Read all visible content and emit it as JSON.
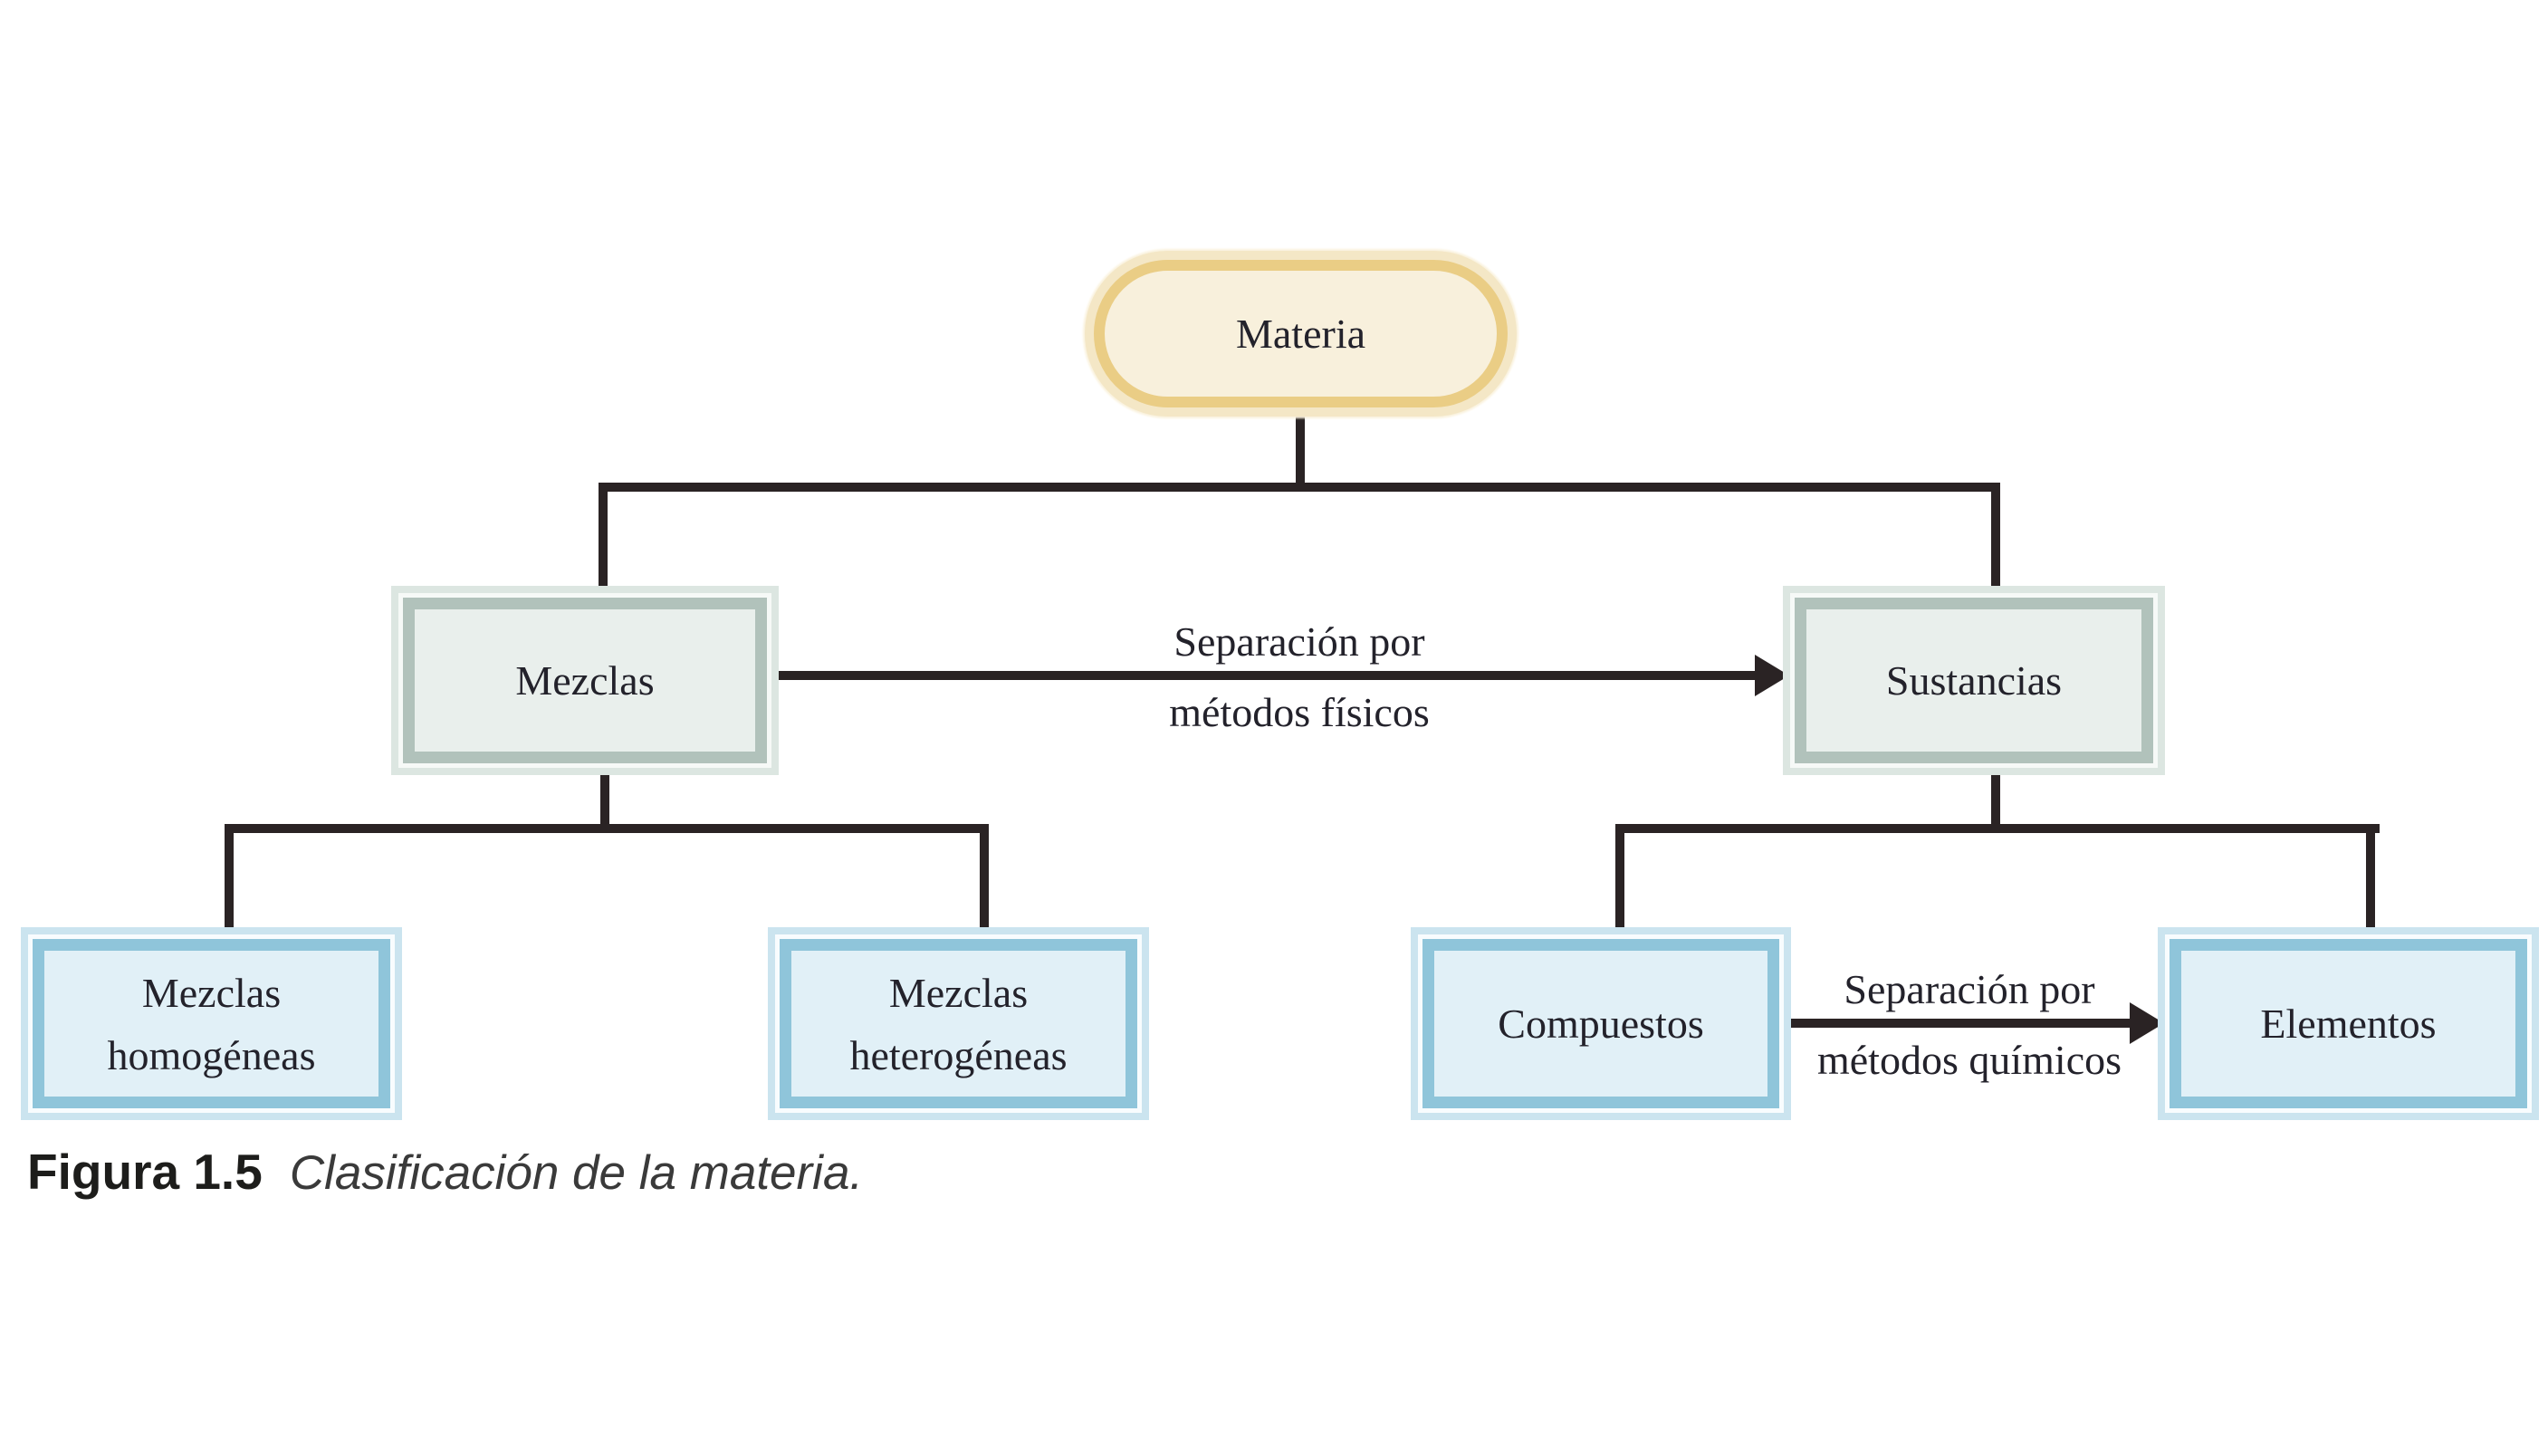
{
  "figure": {
    "caption_label": "Figura 1.5",
    "caption_text": "Clasificación de la materia."
  },
  "nodes": {
    "materia": {
      "label": "Materia"
    },
    "mezclas": {
      "label": "Mezclas"
    },
    "sustancias": {
      "label": "Sustancias"
    },
    "mezclas_homogeneas": {
      "label": "Mezclas homogéneas"
    },
    "mezclas_heterogeneas": {
      "label": "Mezclas heterogéneas"
    },
    "compuestos": {
      "label": "Compuestos"
    },
    "elementos": {
      "label": "Elementos"
    }
  },
  "edges": {
    "fisica": {
      "line1": "Separación por",
      "line2": "métodos físicos"
    },
    "quimica": {
      "line1": "Separación por",
      "line2": "métodos químicos"
    }
  },
  "colors": {
    "line": "#2a2324",
    "materia_fill": "#f8f0dc",
    "materia_border": "#eacd85",
    "level2_fill": "#e9efec",
    "level2_border": "#b1c2bb",
    "level3_fill": "#e1f0f7",
    "level3_border": "#8fc5da",
    "text": "#23222b"
  }
}
